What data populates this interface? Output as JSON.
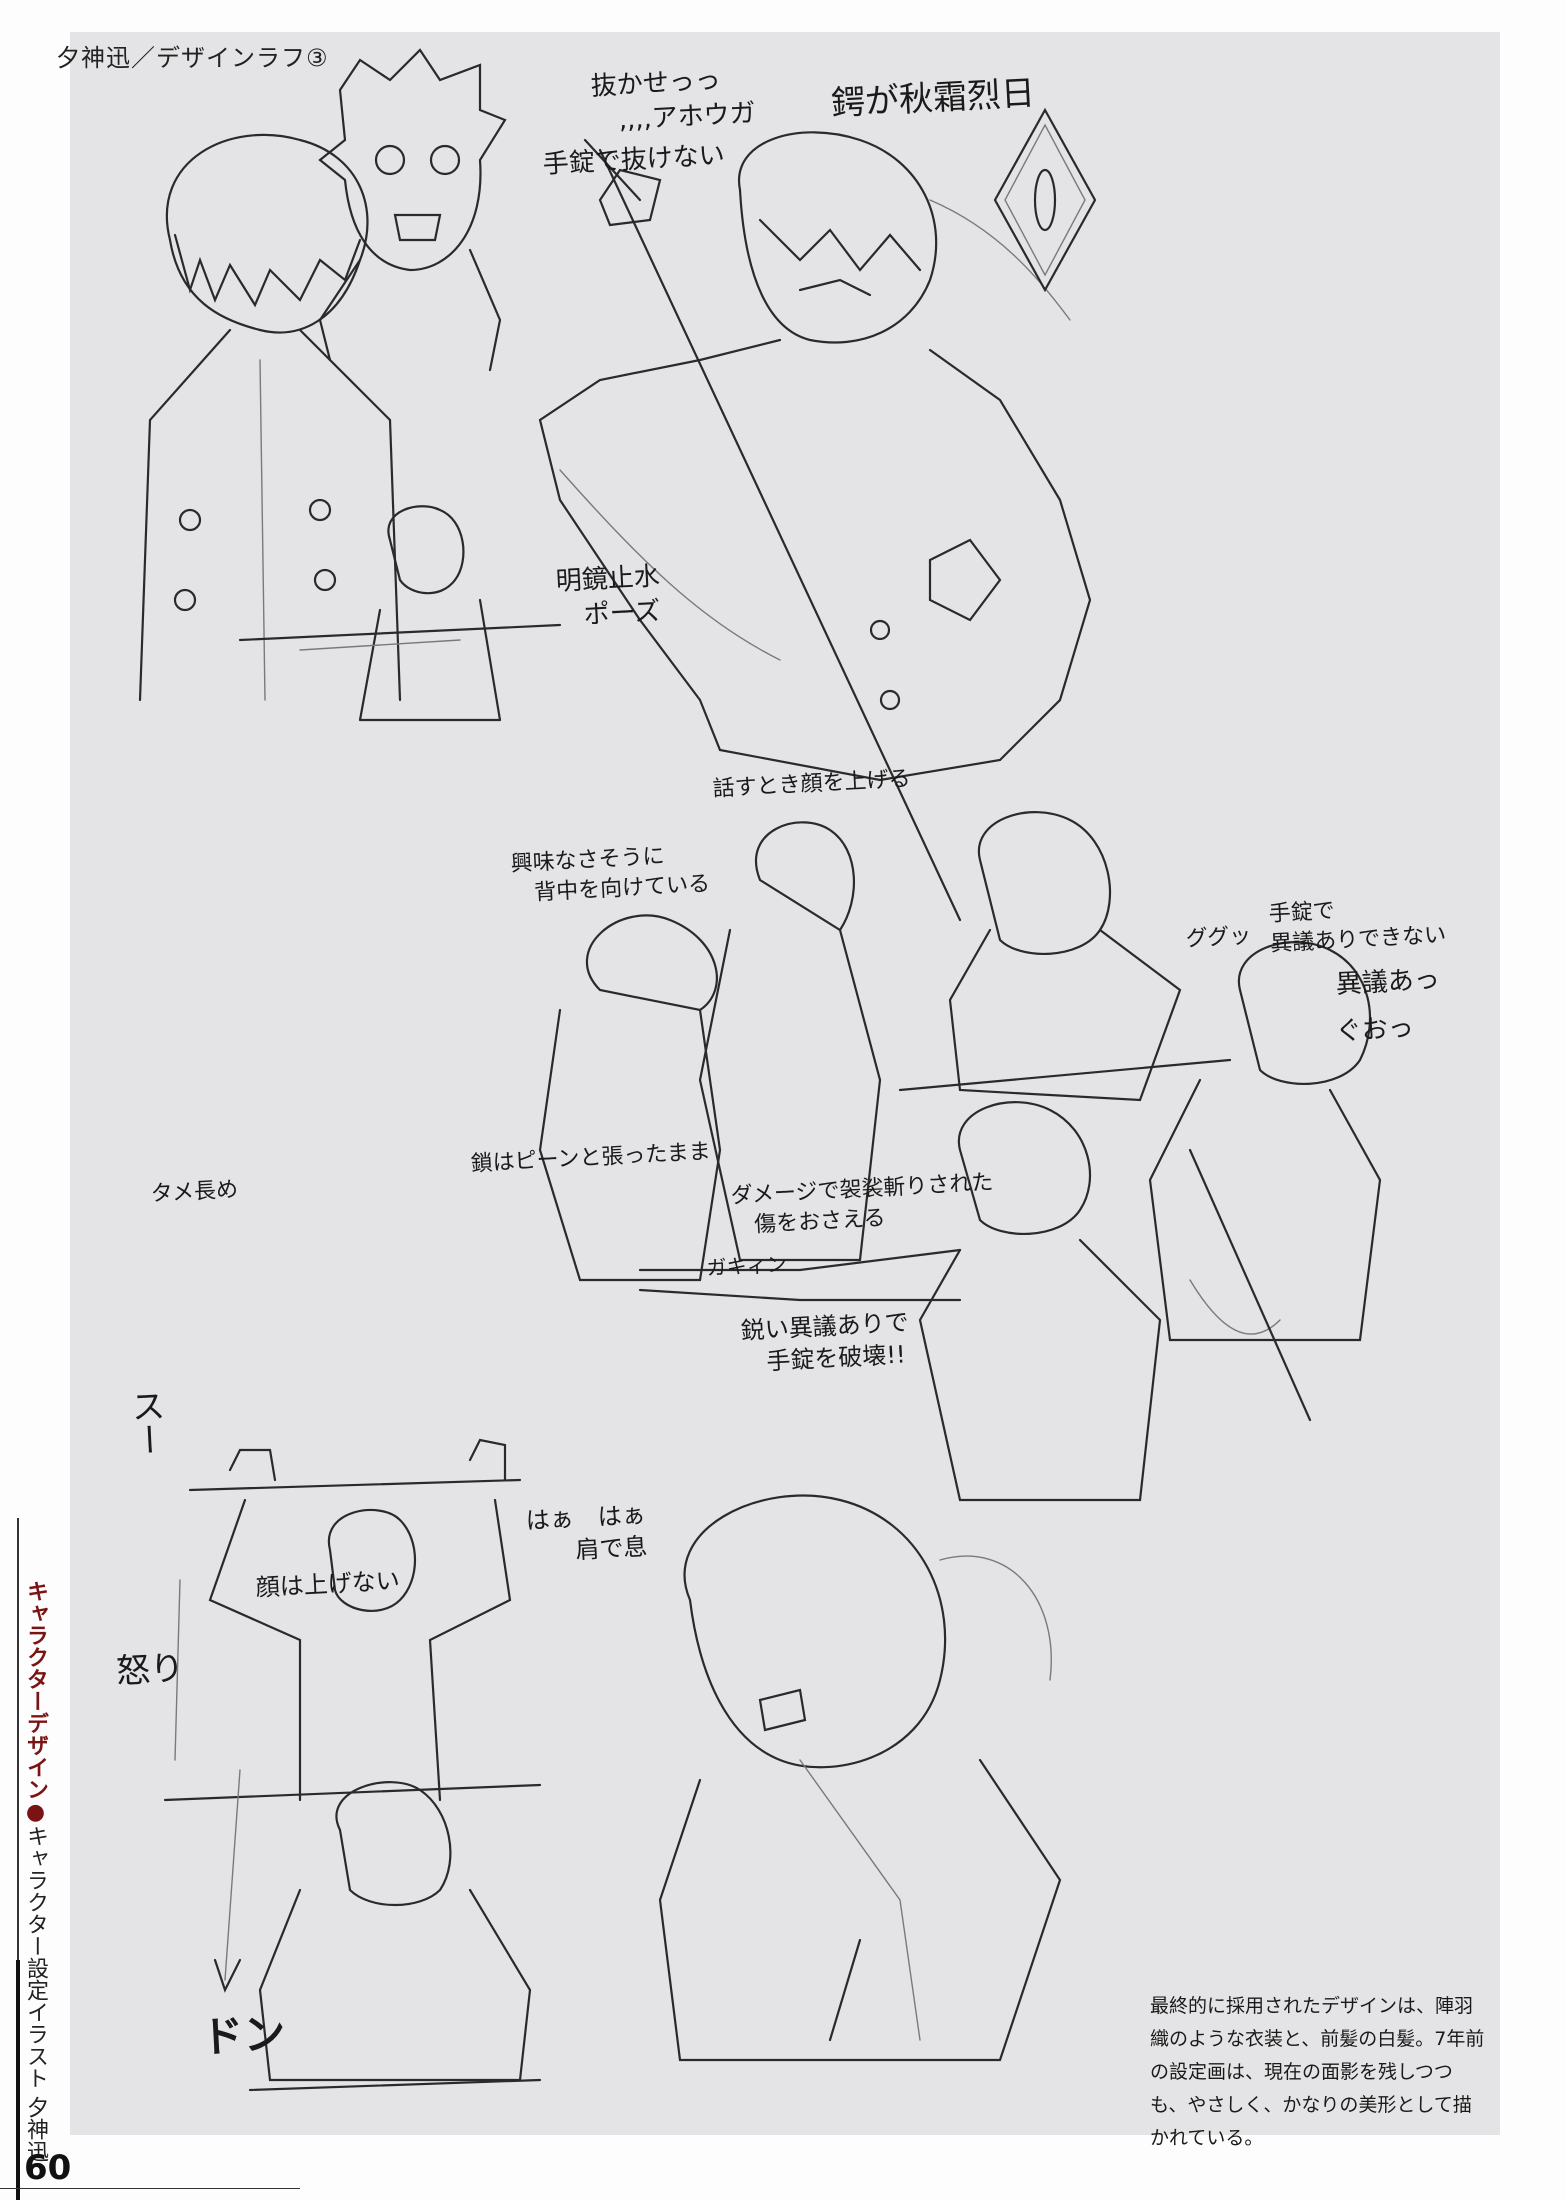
{
  "header": {
    "title": "夕神迅／デザインラフ③"
  },
  "annotations": {
    "nukase": "抜かせっっ\n　,,,,アホウガ",
    "tsuba": "鍔が秋霜烈日",
    "tejou_nukenai": "手錠で抜けない",
    "meikyo": "明鏡止水\n　ポーズ",
    "hanasu": "話すとき顔を上げる",
    "kyoumi": "興味なさそうに\n　背中を向けている",
    "tejou_igi": "手錠で\n異議ありできない",
    "gugu": "ググッ",
    "igiari": "異議あっ",
    "guo": "ぐおっ",
    "gakiin": "ガキィン",
    "surudoi": "鋭い異議ありで\n　手錠を破壊!!",
    "tame": "タメ長め",
    "kusari": "鎖はピーンと張ったまま",
    "damage": "ダメージで袈裟斬りされた\n　傷をおさえる",
    "suu": "スー",
    "haa": "はぁ　はぁ\n　　肩で息",
    "kao": "顔は上げない",
    "ikari": "怒り",
    "don": "ドン"
  },
  "caption": "最終的に採用されたデザインは、陣羽織のような衣装と、前髪の白髪。7年前の設定画は、現在の面影を残しつつも、やさしく、かなりの美形として描かれている。",
  "sidebar": {
    "category": "キャラクターデザイン",
    "bullet": "●",
    "section": "キャラクター設定イラスト 夕神迅"
  },
  "page_number": "60",
  "colors": {
    "accent": "#7a1414",
    "panel": "#e4e4e6"
  }
}
